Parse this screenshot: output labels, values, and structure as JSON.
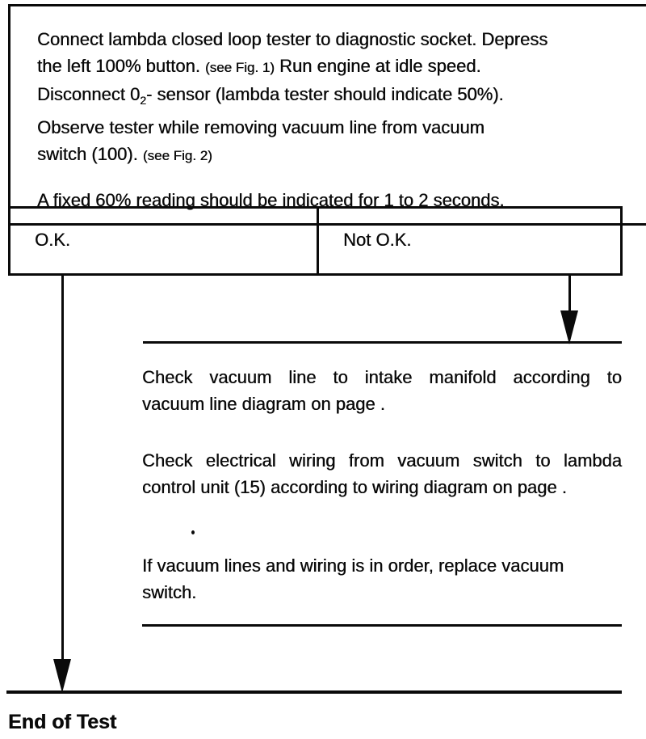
{
  "colors": {
    "ink": "#0a0a0a",
    "paper": "#ffffff"
  },
  "instruction_box": {
    "lines": [
      {
        "segments": [
          {
            "text": "Connect lambda closed loop tester to diagnostic socket. Depress"
          }
        ]
      },
      {
        "segments": [
          {
            "text": "the left 100% button. "
          },
          {
            "text": "(see Fig. 1)",
            "small": true
          },
          {
            "text": " Run engine at idle speed."
          }
        ]
      },
      {
        "segments": [
          {
            "text": "Disconnect 0"
          },
          {
            "text": "2",
            "subscript": true
          },
          {
            "text": "- sensor (lambda tester should indicate 50%)."
          }
        ]
      },
      {
        "segments": [
          {
            "text": "Observe tester while removing vacuum line from vacuum"
          }
        ]
      },
      {
        "segments": [
          {
            "text": "switch (100). "
          },
          {
            "text": "(see Fig. 2)",
            "small": true
          }
        ]
      }
    ],
    "result_line": "A fixed 60% reading should be indicated for 1 to 2 seconds."
  },
  "outcome_row": {
    "ok_label": "O.K.",
    "not_ok_label": "Not O.K."
  },
  "not_ok_steps": {
    "paragraphs": [
      {
        "lines": [
          "Check vacuum line to intake manifold according to",
          "vacuum line diagram on page ."
        ]
      },
      {
        "lines": [
          "Check electrical wiring from vacuum switch to lambda",
          "control unit (15) according to wiring diagram on page ."
        ]
      },
      {
        "lines": [
          "If vacuum lines and wiring is in order, replace vacuum",
          "switch."
        ]
      }
    ]
  },
  "footer": {
    "end_label": "End of Test"
  }
}
